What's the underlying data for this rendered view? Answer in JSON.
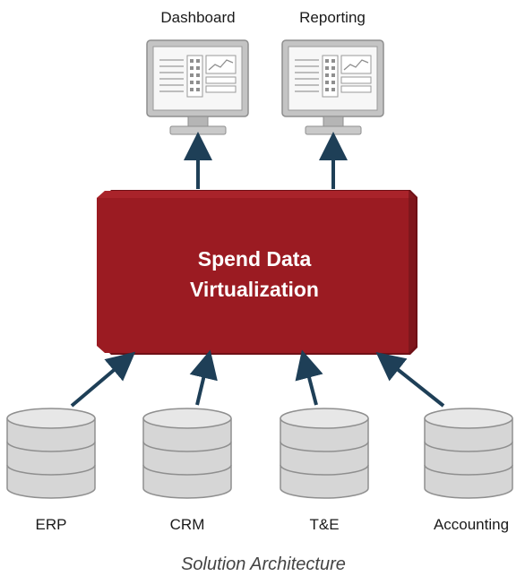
{
  "diagram": {
    "outputs": [
      {
        "label": "Dashboard"
      },
      {
        "label": "Reporting"
      }
    ],
    "core": {
      "line1": "Spend Data",
      "line2": "Virtualization"
    },
    "sources": [
      {
        "label": "ERP"
      },
      {
        "label": "CRM"
      },
      {
        "label": "T&E"
      },
      {
        "label": "Accounting"
      }
    ],
    "caption": "Solution Architecture"
  },
  "colors": {
    "core_fill": "#9b1b22",
    "core_dark": "#6f1016",
    "arrow": "#1e3f57",
    "db_fill": "#d4d4d4",
    "monitor_frame": "#b9b9b9"
  }
}
